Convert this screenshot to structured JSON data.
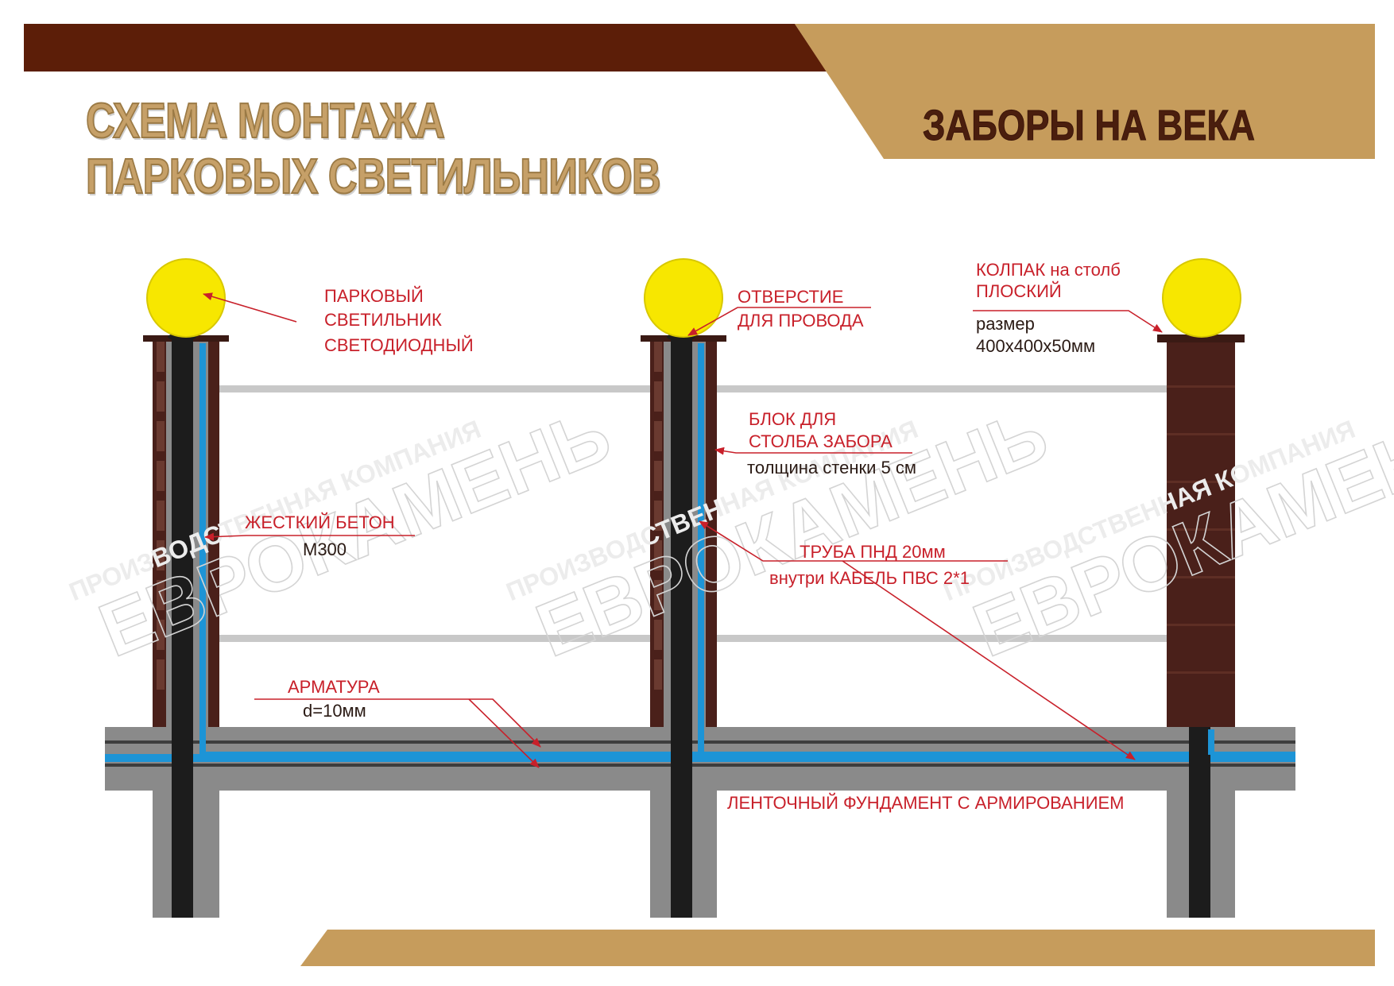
{
  "header": {
    "title_line1": "СХЕМА МОНТАЖА",
    "title_line2": "ПАРКОВЫХ СВЕТИЛЬНИКОВ",
    "brand": "ЗАБОРЫ НА ВЕКА"
  },
  "watermark": {
    "line1": "ПРОИЗВОДСТВЕННАЯ КОМПАНИЯ",
    "line2": "ЕВРОКАМЕНЬ"
  },
  "labels": {
    "lamp": [
      "ПАРКОВЫЙ",
      "СВЕТИЛЬНИК",
      "СВЕТОДИОДНЫЙ"
    ],
    "hole": [
      "ОТВЕРСТИЕ",
      "ДЛЯ ПРОВОДА"
    ],
    "cap_title": "КОЛПАК",
    "cap_title_rest": " на столб",
    "cap_flat": "ПЛОСКИЙ",
    "cap_size_label": "размер",
    "cap_size": "400x400x50мм",
    "block": [
      "БЛОК ДЛЯ",
      "СТОЛБА ЗАБОРА"
    ],
    "block_wall": "толщина стенки 5 см",
    "concrete": "ЖЕСТКИЙ БЕТОН",
    "concrete_grade": "М300",
    "pipe": "ТРУБА ПНД 20мм",
    "pipe_cable_a": "внутри ",
    "pipe_cable_b": "КАБЕЛЬ ПВС 2*1",
    "rebar": "АРМАТУРА",
    "rebar_d": "d=10мм",
    "foundation": "ЛЕНТОЧНЫЙ ФУНДАМЕНТ С АРМИРОВАНИЕМ"
  },
  "colors": {
    "header_brown": "#5c1e08",
    "header_gold": "#c69c5c",
    "post_brown": "#4a201a",
    "lamp_yellow": "#f7e700",
    "pipe_blue": "#1d94d6",
    "concrete_gray": "#8a8a8a",
    "rail_gray": "#c8c8c8",
    "label_red": "#c8202a"
  }
}
